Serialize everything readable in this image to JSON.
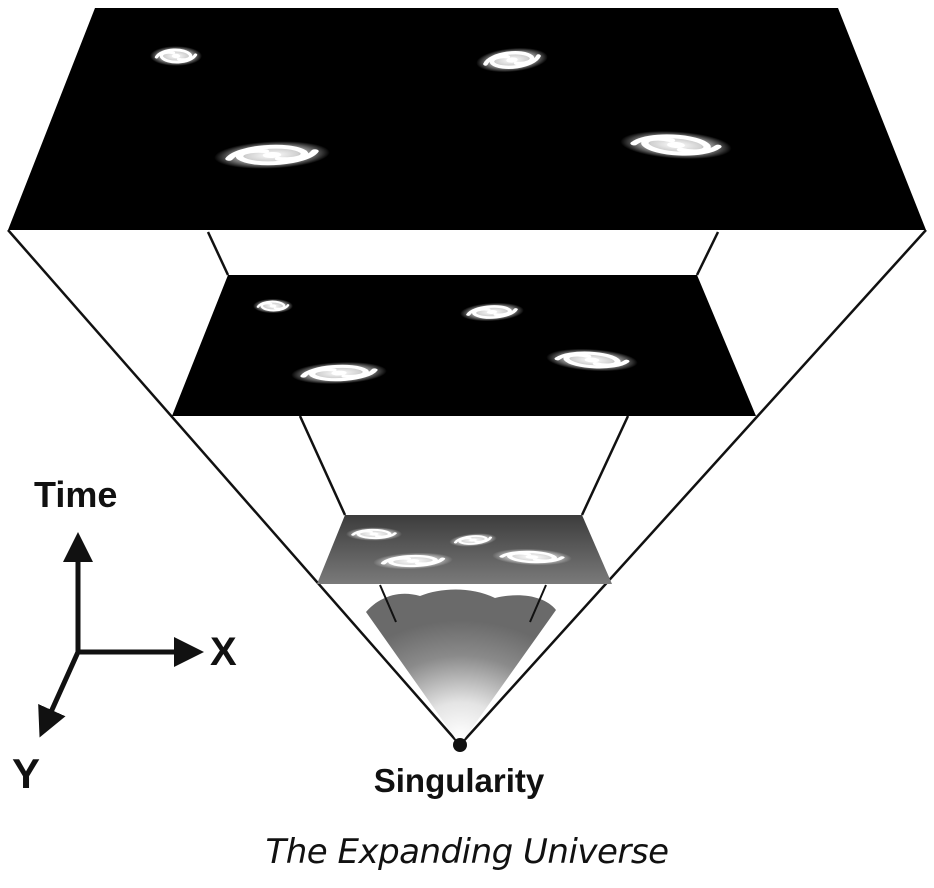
{
  "diagram": {
    "axes": {
      "time_label": "Time",
      "x_label": "X",
      "y_label": "Y"
    },
    "origin_label": "Singularity",
    "caption": "The Expanding Universe",
    "colors": {
      "background": "#ffffff",
      "slice": "#000000",
      "early_slice": "#5a5a5a",
      "lines": "#111111",
      "galaxy": "#ffffff"
    },
    "slices": [
      {
        "name": "slice-top",
        "galaxy_count": 4
      },
      {
        "name": "slice-middle",
        "galaxy_count": 4
      },
      {
        "name": "slice-early",
        "galaxy_count": 4
      }
    ]
  }
}
